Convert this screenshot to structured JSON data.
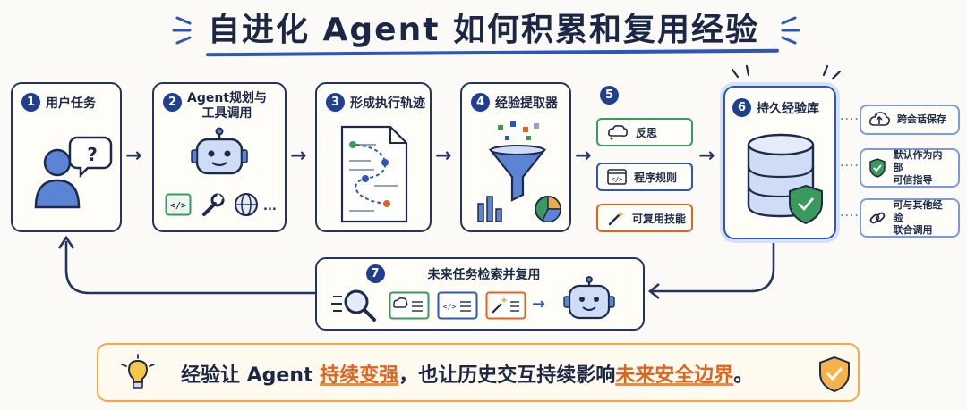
{
  "title": "自进化 Agent 如何积累和复用经验",
  "steps": [
    {
      "num": "1",
      "label": "用户任务"
    },
    {
      "num": "2",
      "label_line1": "Agent规划与",
      "label_line2": "工具调用"
    },
    {
      "num": "3",
      "label": "形成执行轨迹"
    },
    {
      "num": "4",
      "label": "经验提取器"
    },
    {
      "num": "5"
    },
    {
      "num": "6",
      "label": "持久经验库"
    },
    {
      "num": "7",
      "label": "未来任务检索并复用"
    }
  ],
  "tool_more": "...",
  "experience_types": [
    "反思",
    "程序规则",
    "可复用技能"
  ],
  "library_features": [
    {
      "line1": "跨会话保存",
      "line2": ""
    },
    {
      "line1": "默认作为内部",
      "line2": "可信指导"
    },
    {
      "line1": "可与其他经验",
      "line2": "联合调用"
    }
  ],
  "bottom_message": {
    "part1": "经验让 Agent ",
    "highlight1": "持续变强",
    "part2": "，也让历史交互持续影响",
    "highlight2": "未来安全边界",
    "part3": "。"
  },
  "colors": {
    "navy": "#24345e",
    "blue": "#2d56b8",
    "green": "#3a9a5c",
    "orange": "#e0641e",
    "accent": "#f1a94a"
  }
}
